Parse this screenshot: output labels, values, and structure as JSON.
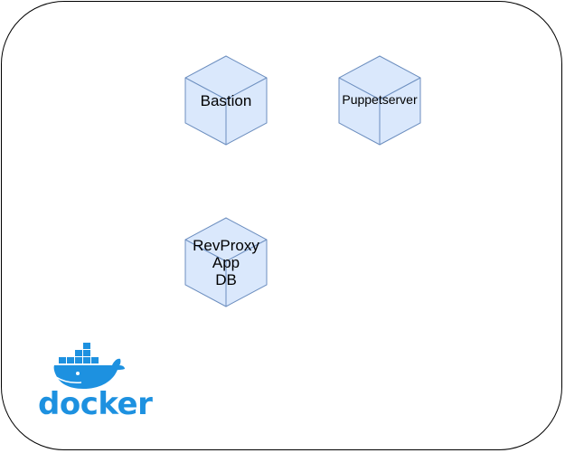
{
  "diagram": {
    "nodes": [
      {
        "id": "bastion",
        "label": "Bastion"
      },
      {
        "id": "puppetserver",
        "label": "Puppetserver"
      },
      {
        "id": "app-stack",
        "label": "RevProxy\nApp\nDB"
      }
    ],
    "node_style": {
      "fill": "#dae8fc",
      "stroke": "#6c8ebf"
    },
    "container": {
      "stroke": "#000000"
    }
  },
  "logo": {
    "wordmark": "docker",
    "color": "#1d91e0",
    "icon": "docker-whale-icon"
  }
}
